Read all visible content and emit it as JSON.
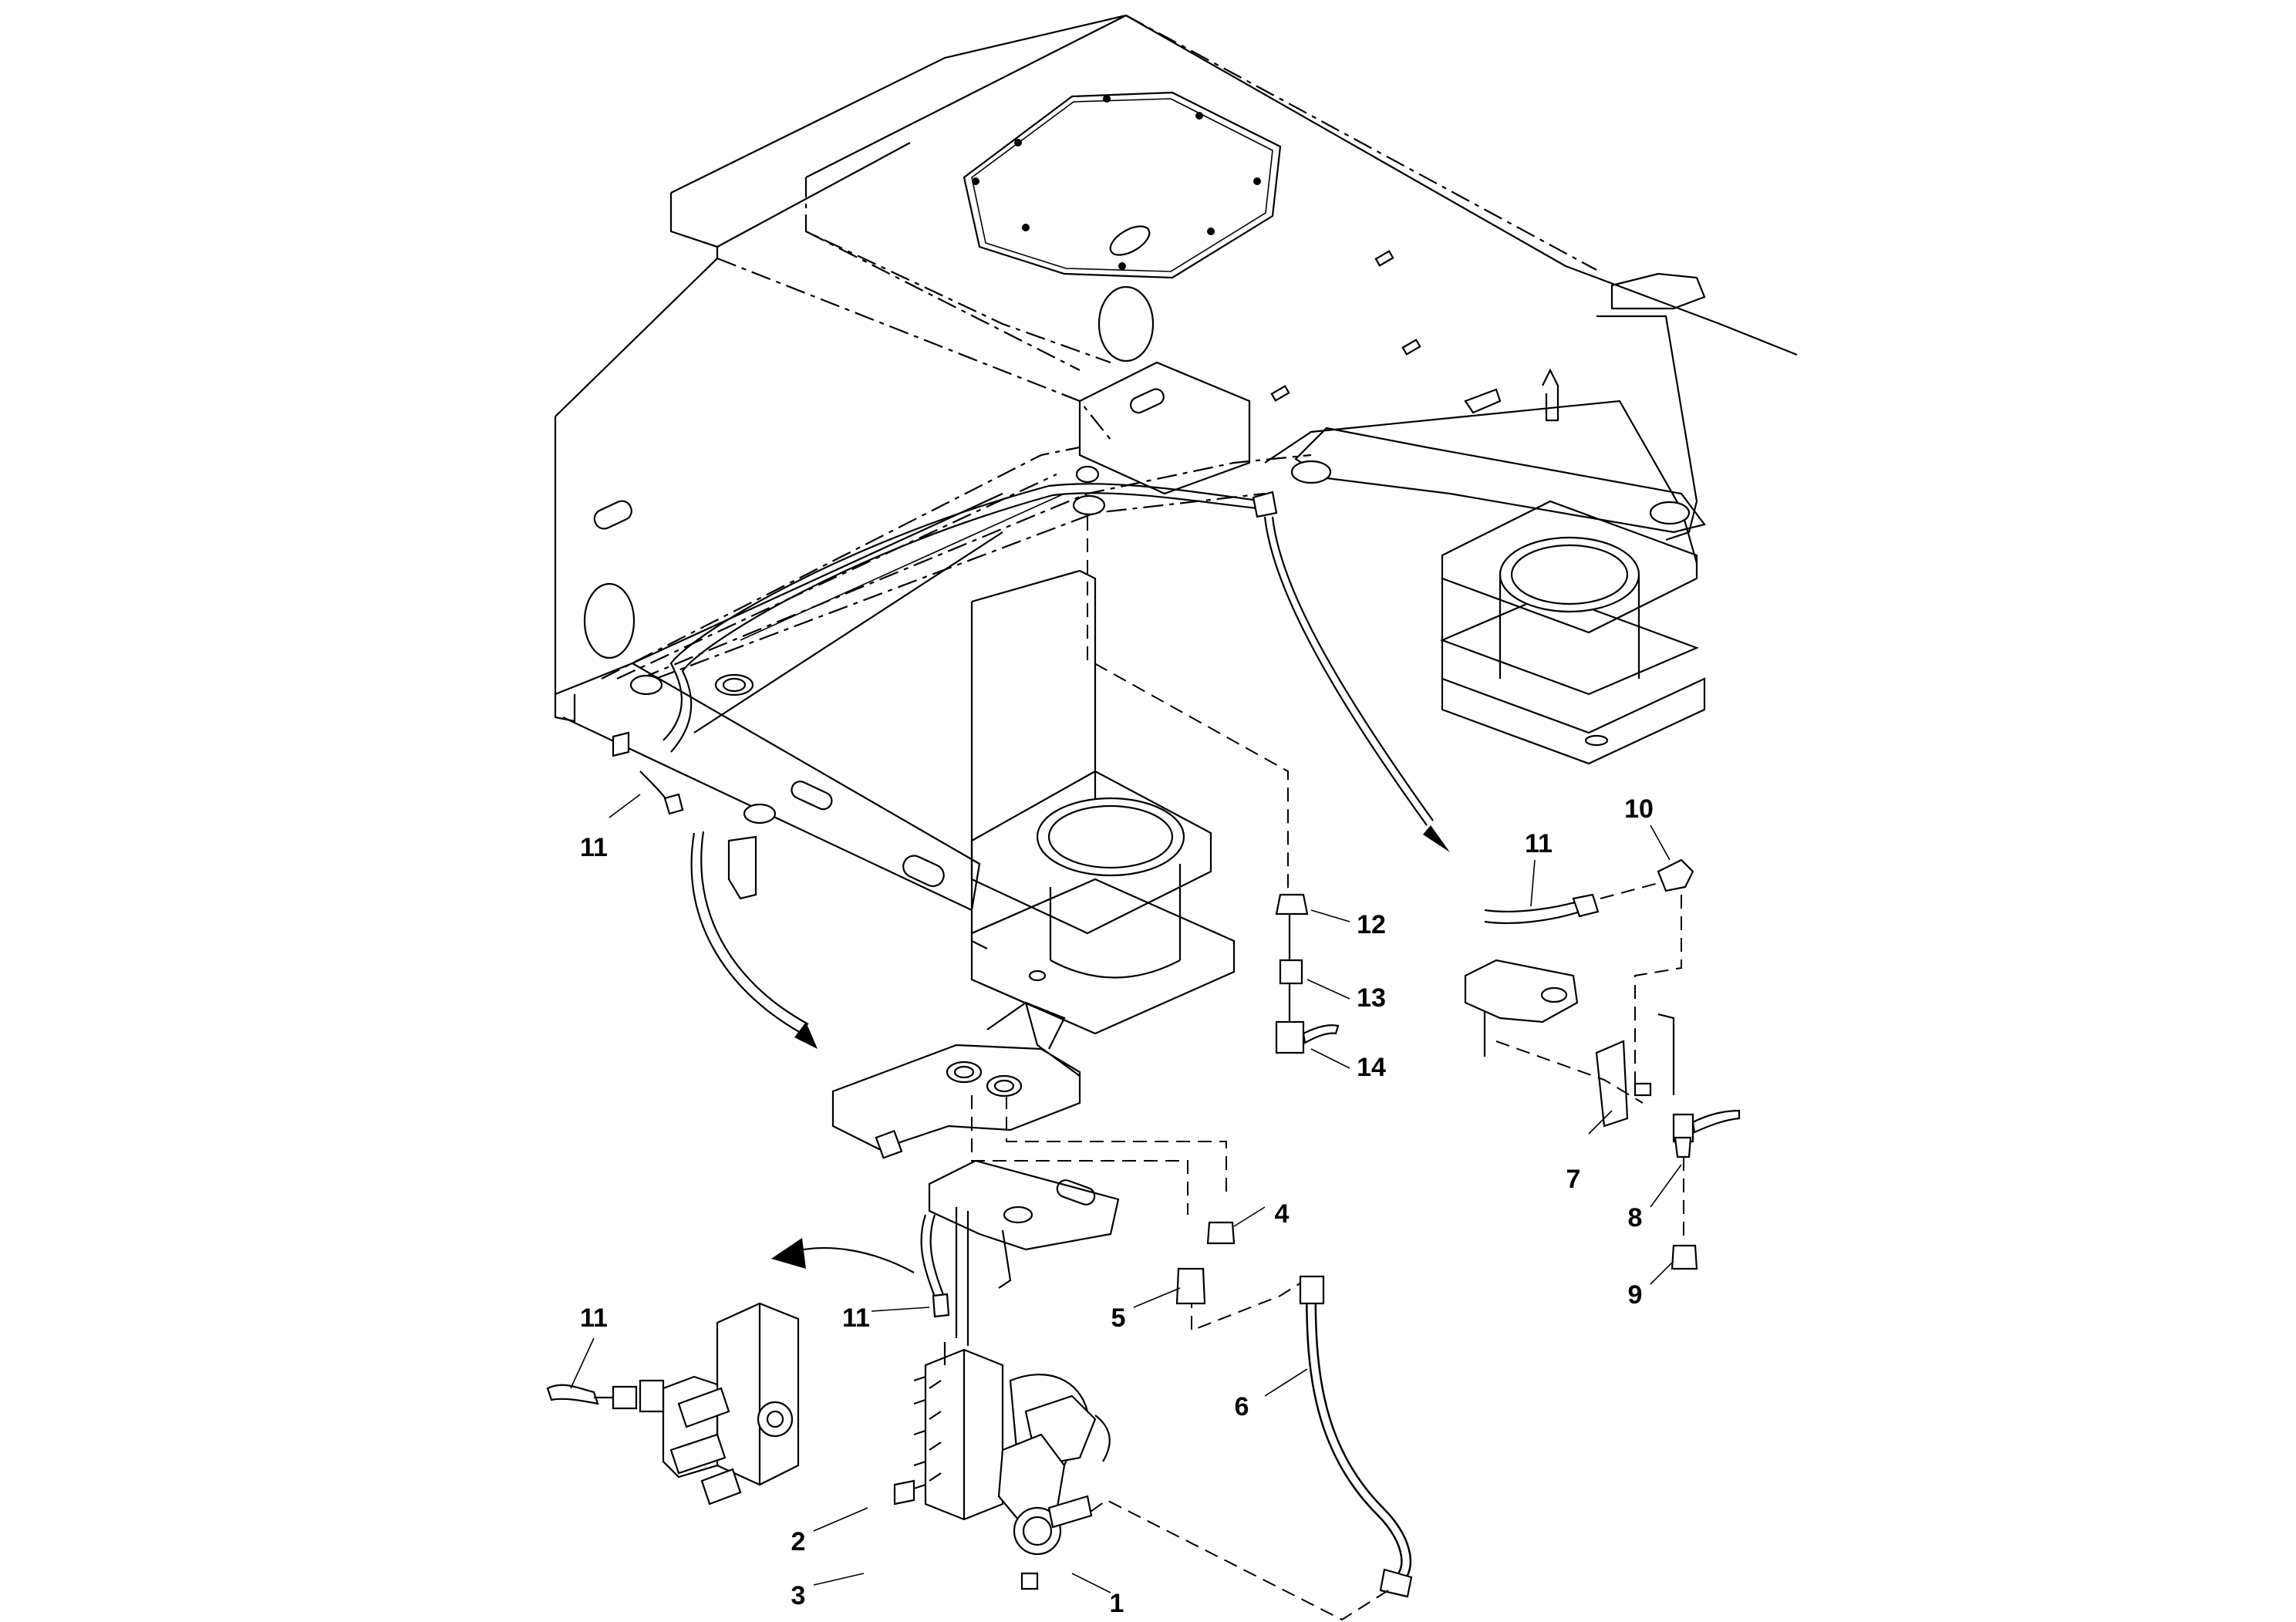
{
  "diagram": {
    "callouts": [
      {
        "id": "c1",
        "label": "1"
      },
      {
        "id": "c2",
        "label": "2"
      },
      {
        "id": "c3",
        "label": "3"
      },
      {
        "id": "c4",
        "label": "4"
      },
      {
        "id": "c5",
        "label": "5"
      },
      {
        "id": "c6",
        "label": "6"
      },
      {
        "id": "c7",
        "label": "7"
      },
      {
        "id": "c8",
        "label": "8"
      },
      {
        "id": "c9",
        "label": "9"
      },
      {
        "id": "c10",
        "label": "10"
      },
      {
        "id": "c11a",
        "label": "11"
      },
      {
        "id": "c11b",
        "label": "11"
      },
      {
        "id": "c11c",
        "label": "11"
      },
      {
        "id": "c11d",
        "label": "11"
      },
      {
        "id": "c12",
        "label": "12"
      },
      {
        "id": "c13",
        "label": "13"
      },
      {
        "id": "c14",
        "label": "14"
      }
    ]
  }
}
